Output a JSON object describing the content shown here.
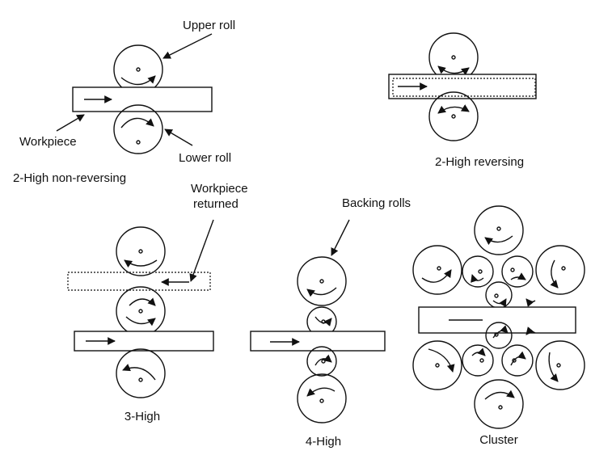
{
  "labels": {
    "upper_roll": "Upper roll",
    "workpiece": "Workpiece",
    "lower_roll": "Lower roll",
    "two_high_non_reversing": "2-High non-reversing",
    "two_high_reversing": "2-High reversing",
    "workpiece_returned_line1": "Workpiece",
    "workpiece_returned_line2": "returned",
    "backing_rolls": "Backing rolls",
    "three_high": "3-High",
    "four_high": "4-High",
    "cluster": "Cluster"
  },
  "colors": {
    "stroke": "#111111",
    "dotted": "#333333",
    "background": "#ffffff"
  }
}
